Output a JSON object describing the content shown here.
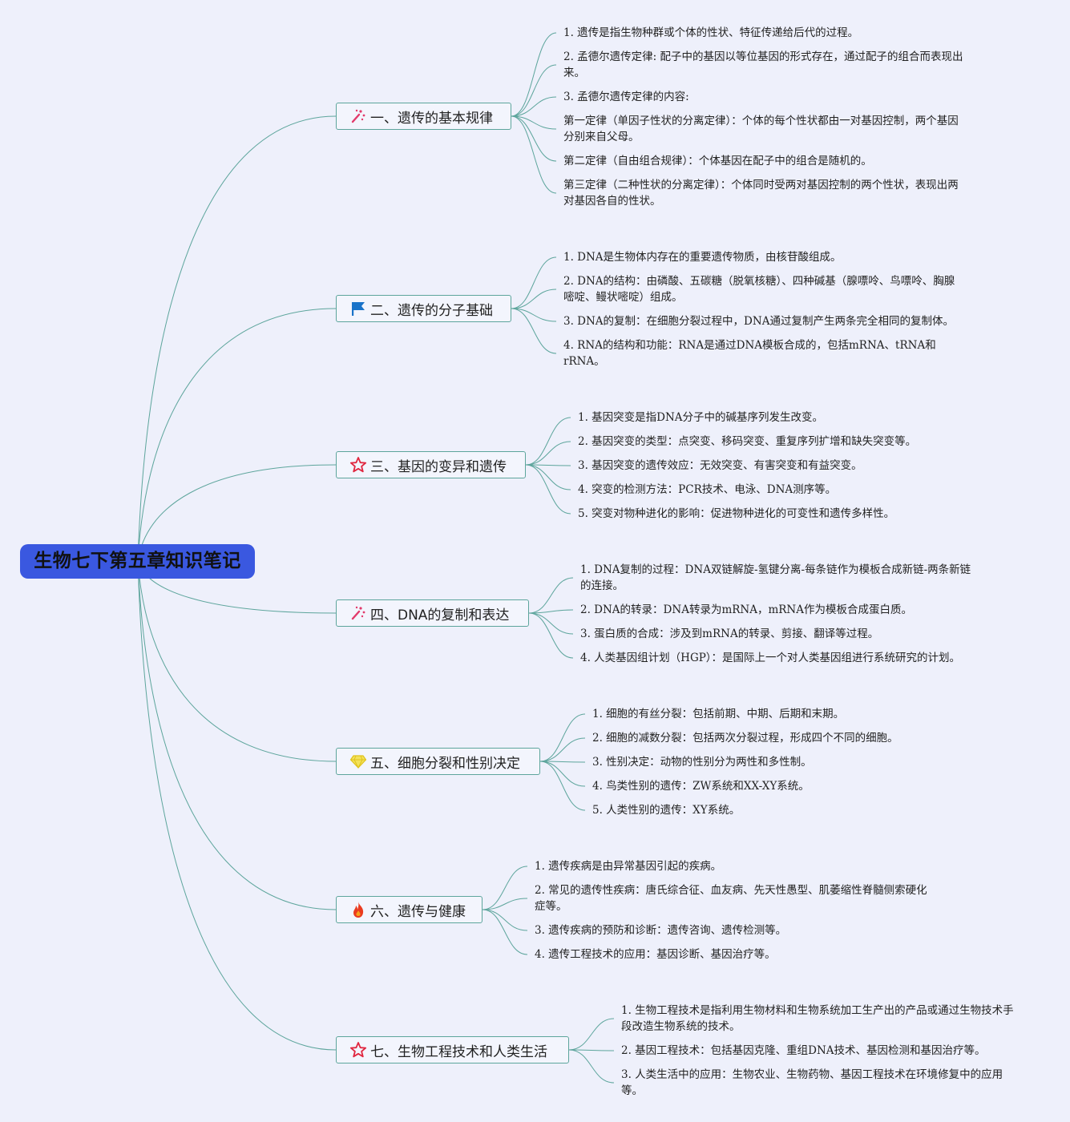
{
  "root": {
    "title": "生物七下第五章知识笔记"
  },
  "branches": [
    {
      "title": "一、遗传的基本规律",
      "icon": "sparkle-icon",
      "items": [
        "1. 遗传是指生物种群或个体的性状、特征传递给后代的过程。",
        "2. 孟德尔遗传定律: 配子中的基因以等位基因的形式存在，通过配子的组合而表现出来。",
        "3. 孟德尔遗传定律的内容:",
        "第一定律（单因子性状的分离定律）：个体的每个性状都由一对基因控制，两个基因分别来自父母。",
        "第二定律（自由组合规律）：个体基因在配子中的组合是随机的。",
        "第三定律（二种性状的分离定律）：个体同时受两对基因控制的两个性状，表现出两对基因各自的性状。"
      ]
    },
    {
      "title": "二、遗传的分子基础",
      "icon": "flag-icon",
      "items": [
        "1. DNA是生物体内存在的重要遗传物质，由核苷酸组成。",
        "2. DNA的结构：由磷酸、五碳糖（脱氧核糖）、四种碱基（腺嘌呤、鸟嘌呤、胸腺嘧啶、鳗状嘧啶）组成。",
        "3. DNA的复制：在细胞分裂过程中，DNA通过复制产生两条完全相同的复制体。",
        "4. RNA的结构和功能：RNA是通过DNA模板合成的，包括mRNA、tRNA和rRNA。"
      ]
    },
    {
      "title": "三、基因的变异和遗传",
      "icon": "star-icon",
      "items": [
        "1. 基因突变是指DNA分子中的碱基序列发生改变。",
        "2. 基因突变的类型：点突变、移码突变、重复序列扩增和缺失突变等。",
        "3. 基因突变的遗传效应：无效突变、有害突变和有益突变。",
        "4. 突变的检测方法：PCR技术、电泳、DNA测序等。",
        "5. 突变对物种进化的影响：促进物种进化的可变性和遗传多样性。"
      ]
    },
    {
      "title": "四、DNA的复制和表达",
      "icon": "sparkle-icon",
      "items": [
        "1. DNA复制的过程：DNA双链解旋-氢键分离-每条链作为模板合成新链-两条新链的连接。",
        "2. DNA的转录：DNA转录为mRNA，mRNA作为模板合成蛋白质。",
        "3. 蛋白质的合成：涉及到mRNA的转录、剪接、翻译等过程。",
        "4. 人类基因组计划（HGP）：是国际上一个对人类基因组进行系统研究的计划。"
      ]
    },
    {
      "title": "五、细胞分裂和性别决定",
      "icon": "diamond-icon",
      "items": [
        "1. 细胞的有丝分裂：包括前期、中期、后期和末期。",
        "2. 细胞的减数分裂：包括两次分裂过程，形成四个不同的细胞。",
        "3. 性别决定：动物的性别分为两性和多性制。",
        "4. 鸟类性别的遗传：ZW系统和XX-XY系统。",
        "5. 人类性别的遗传：XY系统。"
      ]
    },
    {
      "title": "六、遗传与健康",
      "icon": "fire-icon",
      "items": [
        "1. 遗传疾病是由异常基因引起的疾病。",
        "2. 常见的遗传性疾病：唐氏综合征、血友病、先天性愚型、肌萎缩性脊髓侧索硬化症等。",
        "3. 遗传疾病的预防和诊断：遗传咨询、遗传检测等。",
        "4. 遗传工程技术的应用：基因诊断、基因治疗等。"
      ]
    },
    {
      "title": "七、生物工程技术和人类生活",
      "icon": "star-icon",
      "items": [
        "1. 生物工程技术是指利用生物材料和生物系统加工生产出的产品或通过生物技术手段改造生物系统的技术。",
        "2. 基因工程技术：包括基因克隆、重组DNA技术、基因检测和基因治疗等。",
        "3. 人类生活中的应用：生物农业、生物药物、基因工程技术在环境修复中的应用等。"
      ]
    }
  ],
  "colors": {
    "root_fill": "#3a58e0",
    "connector": "#5da59c",
    "background": "#eef0fb"
  }
}
